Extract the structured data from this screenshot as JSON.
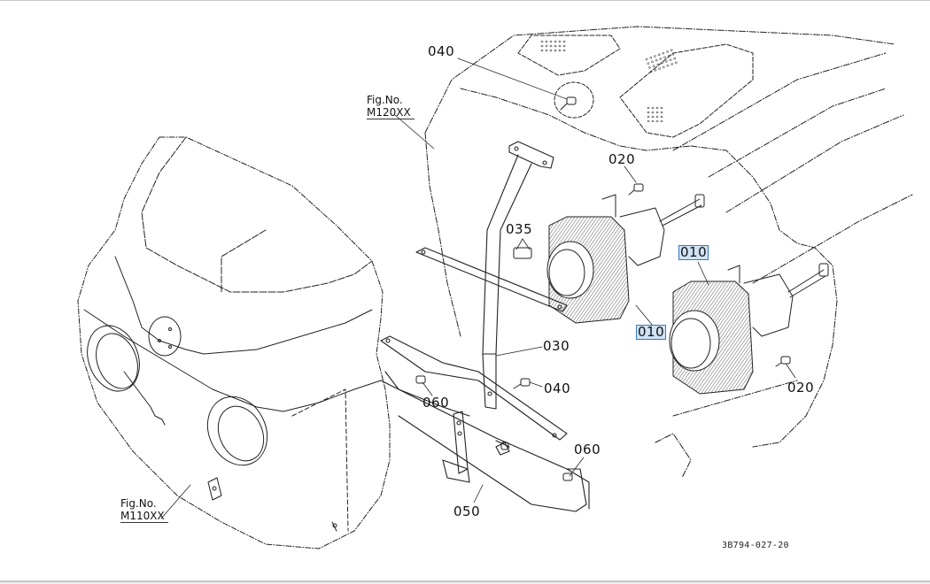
{
  "diagram": {
    "type": "exploded-parts-diagram",
    "subject": "Front headlight mounting assembly",
    "drawing_code": "3B794-027-20",
    "figure_refs": [
      {
        "caption": "Fig.No.",
        "number": "M120XX"
      },
      {
        "caption": "Fig.No.",
        "number": "M110XX"
      }
    ],
    "highlight_color": "#cfe3f5",
    "highlight_border": "#3a78c2",
    "callouts": [
      {
        "id": "040-top",
        "part": "040",
        "highlighted": false
      },
      {
        "id": "020-top",
        "part": "020",
        "highlighted": false
      },
      {
        "id": "035",
        "part": "035",
        "highlighted": false
      },
      {
        "id": "010-right",
        "part": "010",
        "highlighted": true
      },
      {
        "id": "010-left",
        "part": "010",
        "highlighted": true
      },
      {
        "id": "030",
        "part": "030",
        "highlighted": false
      },
      {
        "id": "040-bottom",
        "part": "040",
        "highlighted": false
      },
      {
        "id": "060-left",
        "part": "060",
        "highlighted": false
      },
      {
        "id": "020-bottom",
        "part": "020",
        "highlighted": false
      },
      {
        "id": "060-right",
        "part": "060",
        "highlighted": false
      },
      {
        "id": "050",
        "part": "050",
        "highlighted": false
      }
    ]
  }
}
